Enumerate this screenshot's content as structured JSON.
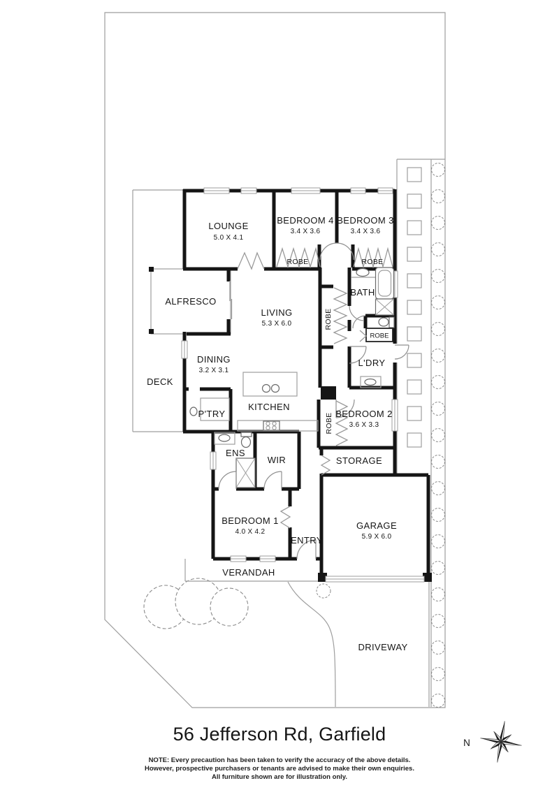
{
  "rooms": {
    "lounge": {
      "name": "LOUNGE",
      "dims": "5.0 X 4.1"
    },
    "bedroom4": {
      "name": "BEDROOM 4",
      "dims": "3.4 X 3.6"
    },
    "bedroom3": {
      "name": "BEDROOM 3",
      "dims": "3.4 X 3.6"
    },
    "alfresco": {
      "name": "ALFRESCO"
    },
    "living": {
      "name": "LIVING",
      "dims": "5.3 X 6.0"
    },
    "bath": {
      "name": "BATH"
    },
    "dining": {
      "name": "DINING",
      "dims": "3.2 X 3.1"
    },
    "deck": {
      "name": "DECK"
    },
    "laundry": {
      "name": "L'DRY"
    },
    "pantry": {
      "name": "P'TRY"
    },
    "kitchen": {
      "name": "KITCHEN"
    },
    "bedroom2": {
      "name": "BEDROOM 2",
      "dims": "3.6 X 3.3"
    },
    "ensuite": {
      "name": "ENS"
    },
    "wir": {
      "name": "WIR"
    },
    "storage": {
      "name": "STORAGE"
    },
    "bedroom1": {
      "name": "BEDROOM 1",
      "dims": "4.0 X 4.2"
    },
    "entry": {
      "name": "ENTRY"
    },
    "garage": {
      "name": "GARAGE",
      "dims": "5.9 X 6.0"
    },
    "verandah": {
      "name": "VERANDAH"
    },
    "driveway": {
      "name": "DRIVEWAY"
    }
  },
  "robes": {
    "bedroom4": "ROBE",
    "bedroom3": "ROBE",
    "hall": "ROBE",
    "laundry": "ROBE",
    "bedroom2": "ROBE"
  },
  "compass": {
    "north": "N"
  },
  "footer": {
    "address": "56 Jefferson Rd, Garfield",
    "note_lines": [
      "NOTE: Every precaution has been taken to verify the accuracy of the above details.",
      "However, prospective purchasers or tenants are advised to make their own enquiries.",
      "All furniture shown are for illustration only."
    ]
  },
  "colors": {
    "wall": "#151515",
    "outline": "#9e9e9e",
    "text": "#151515"
  }
}
